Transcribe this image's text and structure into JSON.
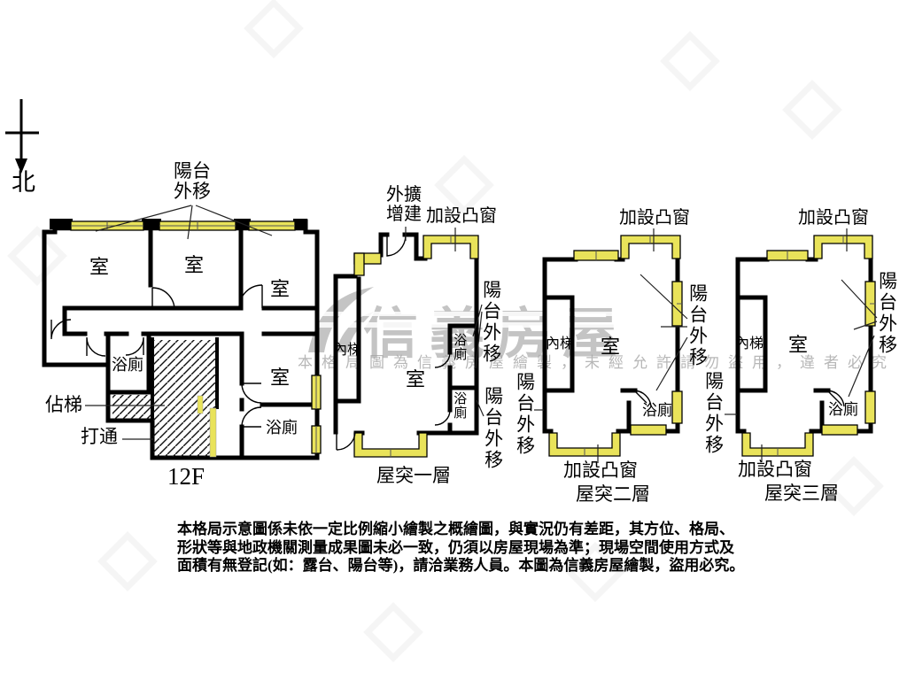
{
  "north": {
    "label": "北"
  },
  "terms": {
    "room": "室",
    "bath": "浴廁",
    "inner_stair": "內梯",
    "balcony_moved": "陽台外移",
    "balcony_moved_2l": "陽台\n外移",
    "bay_window": "加設凸窗",
    "ext_expand_2l": "外擴\n增建",
    "occupied_stair": "佔梯",
    "opened": "打通"
  },
  "floors": {
    "f12": "12F",
    "roof1": "屋突一層",
    "roof2": "屋突二層",
    "roof3": "屋突三層"
  },
  "watermark": {
    "logo": "信義房屋",
    "notice": "本格局圖為信義房屋繪製，未經允許請勿盜用，違者必究"
  },
  "disclaimer": {
    "line1": "本格局示意圖係未依一定比例縮小繪製之概繪圖，與實況仍有差距，其方位、格局、",
    "line2": "形狀等與地政機關測量成果圖未必一致，仍須以房屋現場為準；現場空間使用方式及",
    "line3": "面積有無登記(如：露台、陽台等)，請洽業務人員。本圖為信義房屋繪製，盜用必究。"
  },
  "colors": {
    "wall": "#000000",
    "window_fill": "#e9e35a",
    "watermark_gray": "#949494"
  }
}
